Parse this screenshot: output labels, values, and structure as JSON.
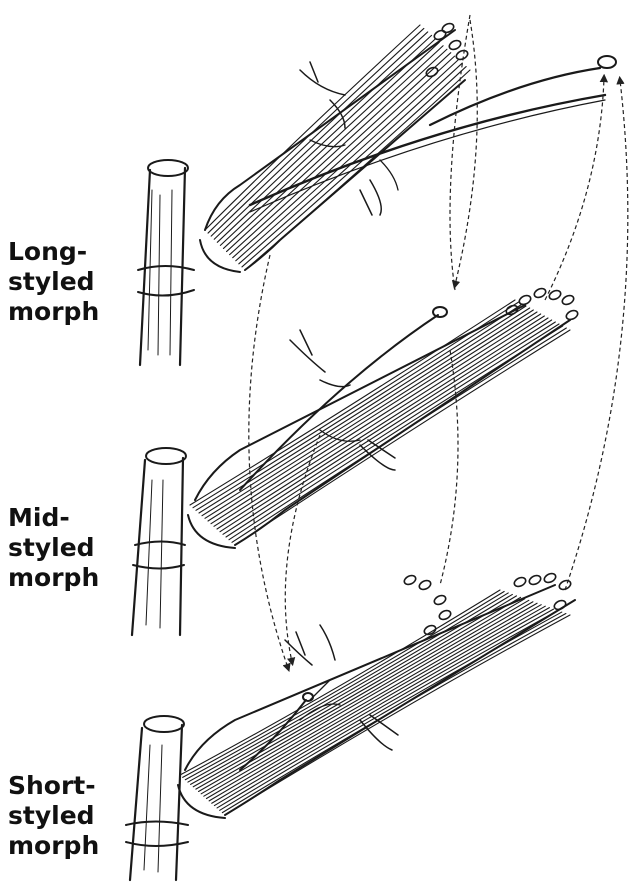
{
  "labels": {
    "long": [
      "Long-",
      "styled",
      "morph"
    ],
    "mid": [
      "Mid-",
      "styled",
      "morph"
    ],
    "short": [
      "Short-",
      "styled",
      "morph"
    ]
  },
  "colors": {
    "ink": "#1a1a1a",
    "background": "#ffffff"
  }
}
